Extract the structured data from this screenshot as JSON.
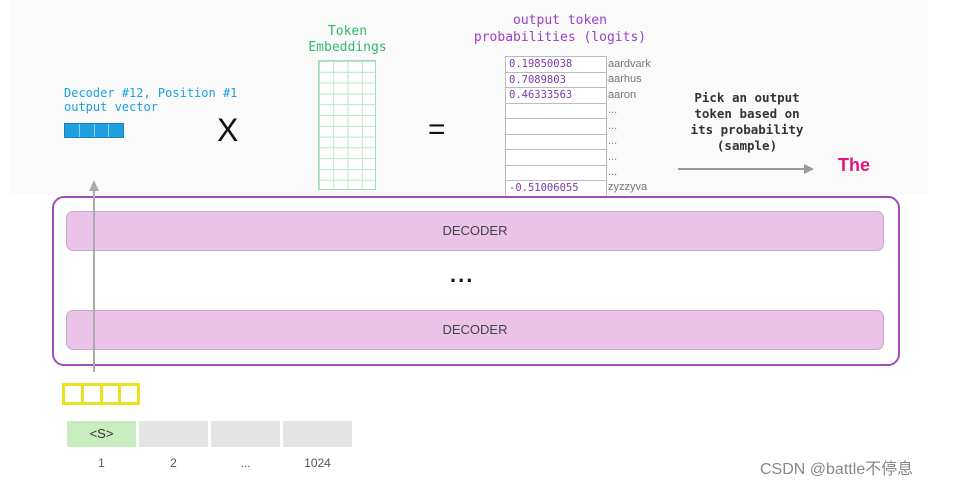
{
  "vector_label": "Decoder #12, Position #1\noutput vector",
  "multiply_symbol": "X",
  "embeddings_title": "Token\nEmbeddings",
  "equals_symbol": "=",
  "logits_title": "output token\nprobabilities (logits)",
  "logits": [
    {
      "value": "0.19850038",
      "token": "aardvark"
    },
    {
      "value": "0.7089803",
      "token": "aarhus"
    },
    {
      "value": "0.46333563",
      "token": "aaron"
    },
    {
      "value": "",
      "token": "..."
    },
    {
      "value": "",
      "token": "..."
    },
    {
      "value": "",
      "token": "..."
    },
    {
      "value": "",
      "token": "..."
    },
    {
      "value": "",
      "token": "..."
    },
    {
      "value": "-0.51006055",
      "token": "zyzzyva"
    }
  ],
  "pick_text": "Pick an output\ntoken based on\nits probability\n(sample)",
  "output_token": "The",
  "decoder_label_top": "DECODER",
  "decoder_ellipsis": "...",
  "decoder_label_bottom": "DECODER",
  "positions": {
    "input_token": "<S>",
    "numbers": [
      "1",
      "2",
      "...",
      "1024"
    ]
  },
  "watermark": "CSDN @battle不停息",
  "colors": {
    "vector_blue": "#1e9fe0",
    "embeddings_green": "#31b96a",
    "logits_purple": "#9b3fc7",
    "output_pink": "#e0167e",
    "decoder_fill": "#ebc3e8",
    "decoder_frame": "#a34bb8",
    "input_yellow": "#ece11d",
    "start_token_green": "#c8ecc0"
  }
}
